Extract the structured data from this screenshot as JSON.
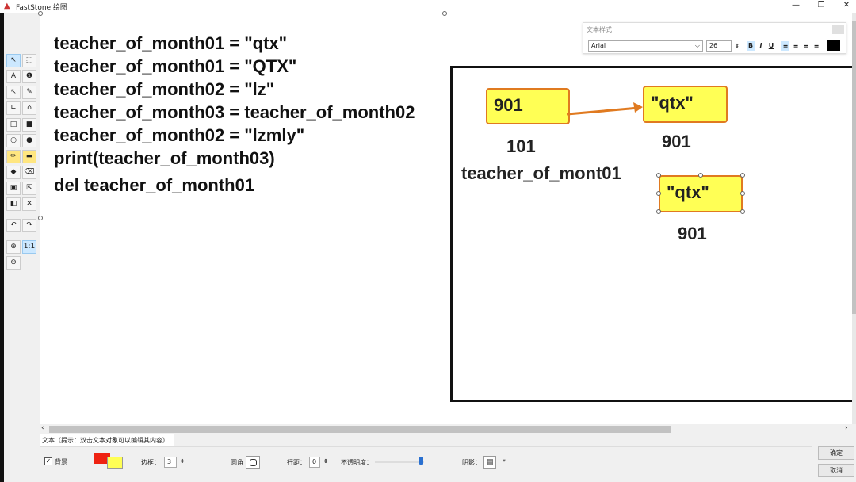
{
  "window": {
    "title": "FastStone 绘图",
    "minimize": "—",
    "restore": "❐",
    "close": "✕"
  },
  "toolbar": {
    "tools": [
      {
        "name": "select-tool",
        "glyph": "↖"
      },
      {
        "name": "rect-select-tool",
        "glyph": "⬚"
      },
      {
        "name": "text-tool",
        "glyph": "A"
      },
      {
        "name": "callout-tool",
        "glyph": "❶"
      },
      {
        "name": "arrow-tool",
        "glyph": "↖"
      },
      {
        "name": "pen-tool",
        "glyph": "✎"
      },
      {
        "name": "line-tool",
        "glyph": "∟"
      },
      {
        "name": "polygon-tool",
        "glyph": "⌂"
      },
      {
        "name": "rectangle-tool",
        "glyph": "□"
      },
      {
        "name": "filled-rectangle-tool",
        "glyph": "■"
      },
      {
        "name": "ellipse-tool",
        "glyph": "○"
      },
      {
        "name": "filled-ellipse-tool",
        "glyph": "●"
      },
      {
        "name": "highlighter-tool",
        "glyph": "✏"
      },
      {
        "name": "highlight-rect-tool",
        "glyph": "▬"
      },
      {
        "name": "fill-tool",
        "glyph": "◆"
      },
      {
        "name": "eraser-tool",
        "glyph": "⌫"
      },
      {
        "name": "insert-image-tool",
        "glyph": "▣"
      },
      {
        "name": "cursor-tool",
        "glyph": "⇱"
      },
      {
        "name": "frame-tool",
        "glyph": "◧"
      },
      {
        "name": "delete-tool",
        "glyph": "✕"
      },
      {
        "name": "undo-button",
        "glyph": "↶"
      },
      {
        "name": "redo-button",
        "glyph": "↷"
      },
      {
        "name": "zoom-in-button",
        "glyph": "⊕"
      },
      {
        "name": "actual-size-button",
        "glyph": "1:1"
      },
      {
        "name": "zoom-out-button",
        "glyph": "⊖"
      }
    ]
  },
  "code": [
    "teacher_of_month01 = \"qtx\"",
    "teacher_of_month01 = \"QTX\"",
    "teacher_of_month02 = \"lz\"",
    "teacher_of_month03 = teacher_of_month02",
    "teacher_of_month02 = \"lzmly\"",
    "print(teacher_of_month03)",
    "del teacher_of_month01"
  ],
  "diagram": {
    "var_box": "901",
    "var_id": "101",
    "var_name": "teacher_of_mont01",
    "obj1_value": "\"qtx\"",
    "obj1_id": "901",
    "obj2_value": "\"qtx\"",
    "obj2_id": "901"
  },
  "style_panel": {
    "title": "文本样式",
    "font": "Arial",
    "size": "26",
    "bold": "B",
    "italic": "I",
    "underline": "U",
    "color": "#000000"
  },
  "status": {
    "hint": "文本（提示：双击文本对象可以编辑其内容）"
  },
  "bottom": {
    "background_label": "背景",
    "background_checked": true,
    "border_label": "边框：",
    "border_value": "3",
    "corner_label": "圆角",
    "line_spacing_label": "行距：",
    "line_spacing_value": "0",
    "opacity_label": "不透明度：",
    "opacity": 0.95,
    "shadow_label": "阴影：",
    "shadow_star": "*",
    "ok": "确定",
    "cancel": "取消",
    "fg_color": "#ee2211",
    "bg_color": "#ffff55"
  }
}
